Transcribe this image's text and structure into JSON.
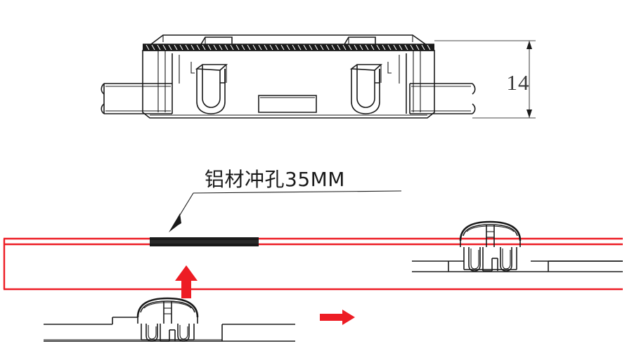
{
  "drawing": {
    "title": "",
    "background_color": "#ffffff",
    "line_color": "#1a1a1a",
    "accent_color": "#ED1C24"
  },
  "upper_view": {
    "name": "profile-cross-section",
    "dimension": {
      "value": "14",
      "unit": "",
      "orientation": "vertical",
      "position": "right"
    }
  },
  "lower_view": {
    "name": "assembly-cross-section",
    "annotation": {
      "text": "铝材冲孔35MM",
      "leader": "elbow-arrow-down-left"
    },
    "arrows": [
      {
        "name": "insert-up-arrow",
        "direction": "up",
        "color": "#ED1C24"
      },
      {
        "name": "slide-right-arrow",
        "direction": "right",
        "color": "#ED1C24"
      }
    ],
    "highlight": {
      "name": "punched-hole-segment",
      "color": "#1a1a1a"
    }
  }
}
